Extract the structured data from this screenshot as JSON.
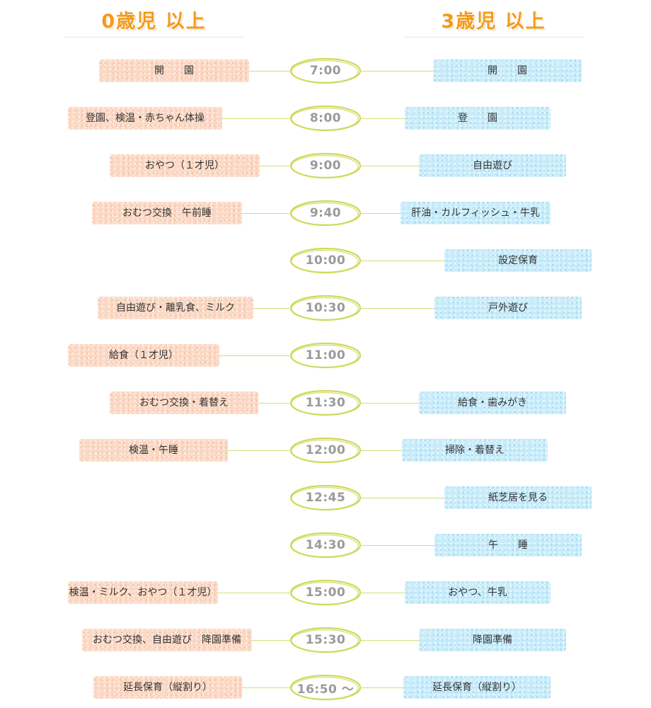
{
  "headers": {
    "left": "0歳児 以上",
    "right": "3歳児 以上"
  },
  "colors": {
    "header": "#f39a1a",
    "left_pill": "#fbd8c3",
    "right_pill": "#c8ecfa",
    "time_circle": "#cfd95a",
    "time_text": "#9a9a9a"
  },
  "rows": [
    {
      "time": "7:00",
      "left": "開　　園",
      "right": "開　　園"
    },
    {
      "time": "8:00",
      "left": "登園、検温・赤ちゃん体操",
      "right": "登　　園"
    },
    {
      "time": "9:00",
      "left": "おやつ（１才児）",
      "right": "自由遊び"
    },
    {
      "time": "9:40",
      "left": "おむつ交換　午前睡",
      "right": "肝油・カルフィッシュ・牛乳"
    },
    {
      "time": "10:00",
      "left": "",
      "right": "設定保育"
    },
    {
      "time": "10:30",
      "left": "自由遊び・離乳食、ミルク",
      "right": "戸外遊び"
    },
    {
      "time": "11:00",
      "left": "給食（１才児）",
      "right": ""
    },
    {
      "time": "11:30",
      "left": "おむつ交換・着替え",
      "right": "給食・歯みがき"
    },
    {
      "time": "12:00",
      "left": "検温・午睡",
      "right": "掃除・着替え"
    },
    {
      "time": "12:45",
      "left": "",
      "right": "紙芝居を見る"
    },
    {
      "time": "14:30",
      "left": "",
      "right": "午　　睡"
    },
    {
      "time": "15:00",
      "left": "検温・ミルク、おやつ（１才児）",
      "right": "おやつ、牛乳"
    },
    {
      "time": "15:30",
      "left": "おむつ交換、自由遊び　降園準備",
      "right": "降園準備"
    },
    {
      "time": "16:50 ～",
      "left": "延長保育（縦割り）",
      "right": "延長保育（縦割り）"
    }
  ]
}
